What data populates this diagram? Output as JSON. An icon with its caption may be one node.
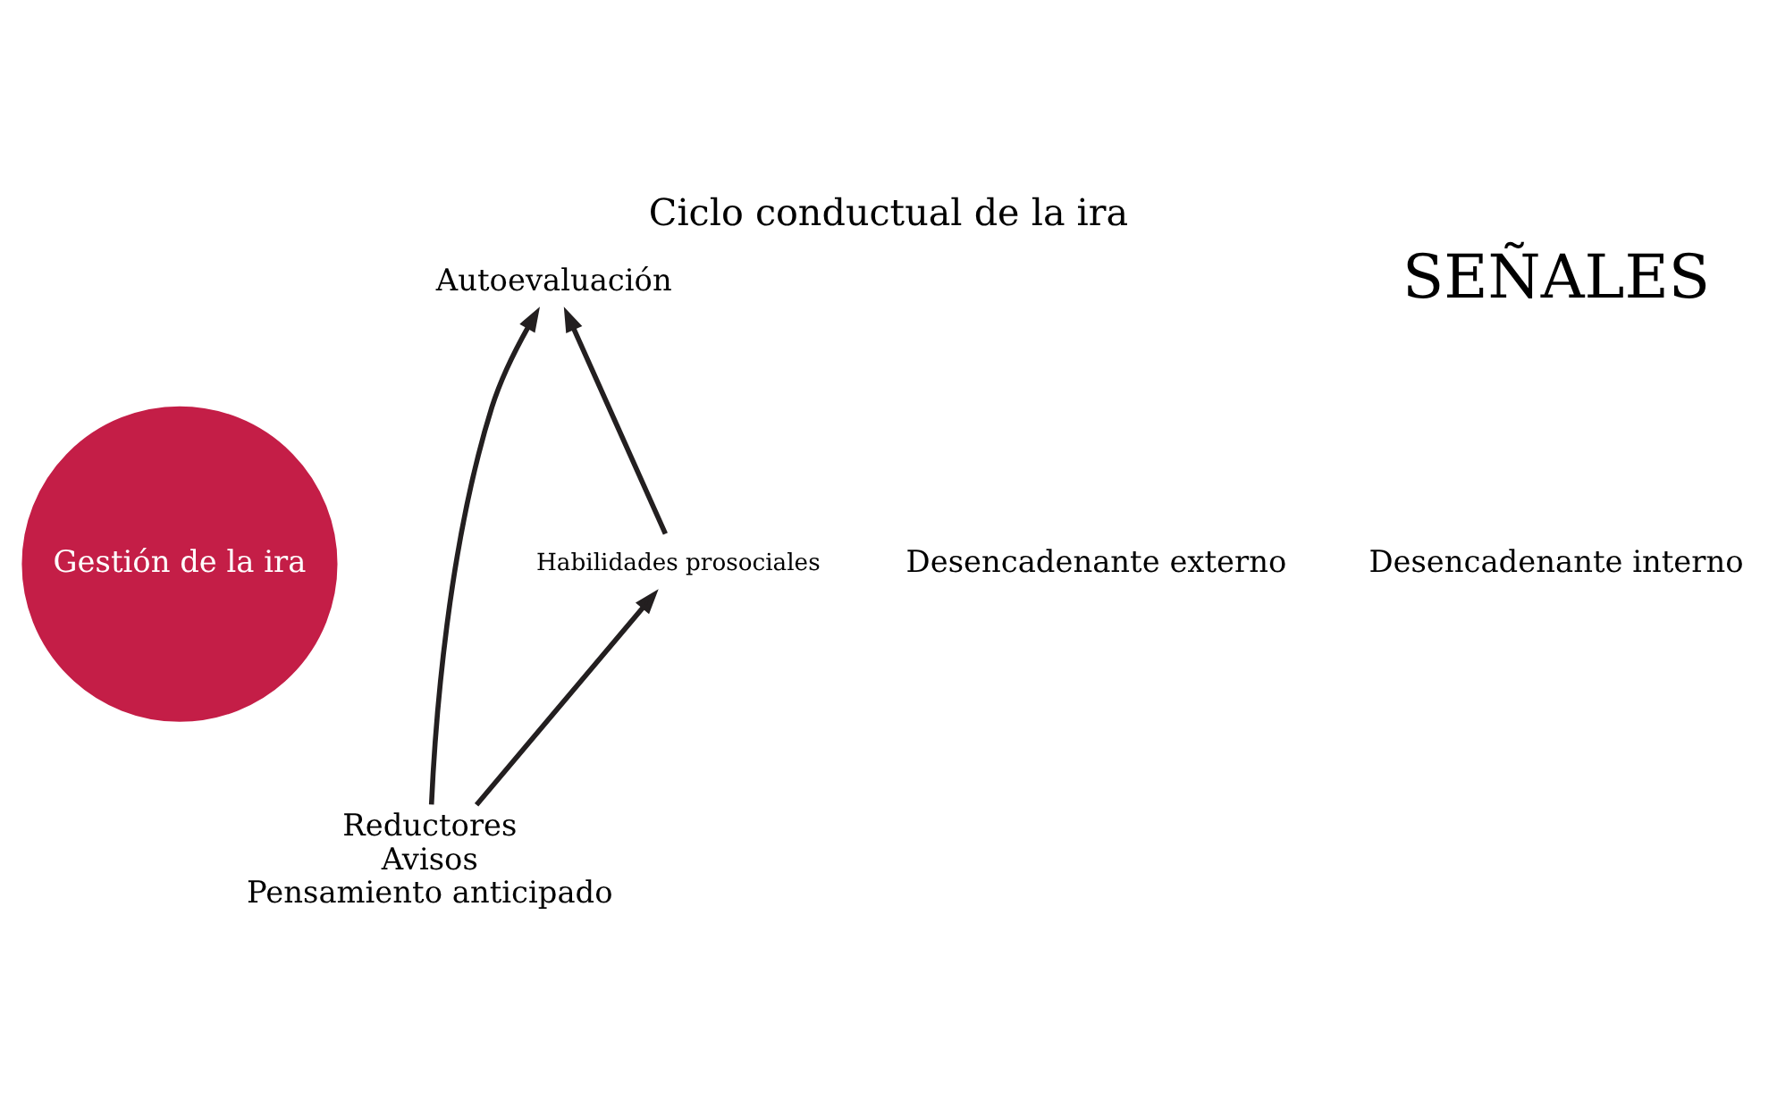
{
  "diagram": {
    "title": "Ciclo conductual de la ira",
    "nodes": [
      {
        "text": [
          "Gestión de la ira"
        ]
      },
      {
        "text": [
          "Autoevaluación"
        ]
      },
      {
        "text": [
          "Habilidades prosociales"
        ]
      },
      {
        "text": [
          "Reductores",
          "Avisos",
          "Pensamiento anticipado"
        ]
      }
    ],
    "edges": [
      {
        "from": 2,
        "to": 1,
        "arrow": "to"
      },
      {
        "from": 3,
        "to": 1,
        "arrow": "to"
      },
      {
        "from": 3,
        "to": 2,
        "arrow": "to"
      }
    ],
    "labels": [
      "Desencadenante externo",
      "Desencadenante interno",
      "SEÑALES"
    ]
  }
}
